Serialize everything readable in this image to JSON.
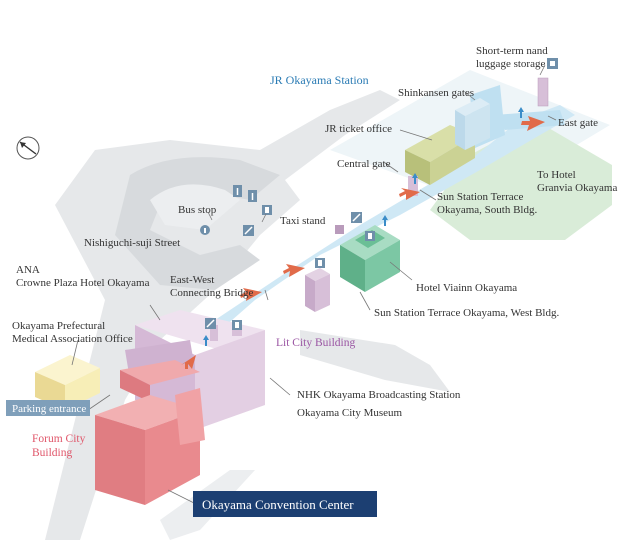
{
  "labels": {
    "jr_station": "JR Okayama Station",
    "short_term": [
      "Short-term nand",
      "luggage storage"
    ],
    "shinkansen": "Shinkansen gates",
    "east_gate": "East gate",
    "jr_ticket": "JR ticket office",
    "central_gate": "Central gate",
    "to_hotel": [
      "To Hotel",
      "Granvia Okayama"
    ],
    "sun_south": [
      "Sun Station Terrace",
      "Okayama, South Bldg."
    ],
    "bus_stop": "Bus stop",
    "taxi_stand": "Taxi stand",
    "nishiguchi": "Nishiguchi-suji Street",
    "hotel_viainn": "Hotel Viainn Okayama",
    "ana": [
      "ANA",
      "Crowne Plaza Hotel Okayama"
    ],
    "bridge": [
      "East-West",
      "Connecting Bridge"
    ],
    "sun_west": "Sun Station Terrace Okayama, West Bldg.",
    "pref_medical": [
      "Okayama Prefectural",
      "Medical Association Office"
    ],
    "lit_city": "Lit City Building",
    "nhk": "NHK Okayama Broadcasting Station",
    "city_museum": "Okayama City Museum",
    "parking": "Parking entrance",
    "forum_city": [
      "Forum City",
      "Building"
    ],
    "convention": "Okayama Convention Center"
  },
  "colors": {
    "road": "#e6e8ea",
    "platform": "#eaf3f6",
    "concourse": "#cfe8f5",
    "green_area": "#d9ecd8",
    "hotel_viainn": "#7cc7a4",
    "ticket_office": "#cbd294",
    "lit_city": "#e3cfe3",
    "forum_city": "#e98a8e",
    "pref_medical": "#f7eeb7",
    "callout": "#1c3f72",
    "parking_box": "#7f9fba",
    "arrow": "#e16b4a"
  }
}
